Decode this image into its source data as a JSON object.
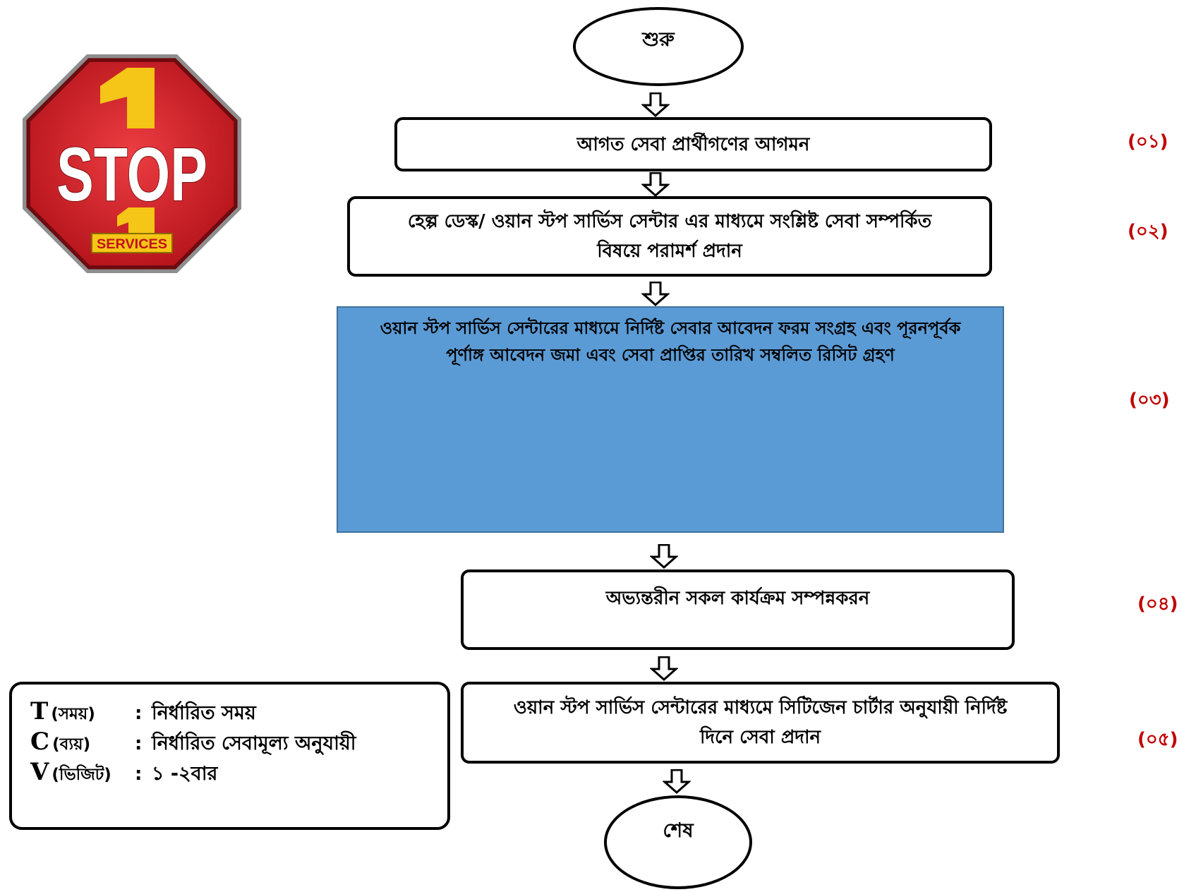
{
  "logo": {
    "top_numeral": "1",
    "main_text": "STOP",
    "bottom_numeral": "1",
    "tagline": "SERVICES"
  },
  "flow": {
    "start": "শুরু",
    "end": "শেষ",
    "steps": [
      {
        "number": "(০১)",
        "lines": [
          "আগত সেবা প্রার্থীগণের আগমন"
        ]
      },
      {
        "number": "(০২)",
        "lines": [
          "হেল্প ডেস্ক/ ওয়ান স্টপ সার্ভিস সেন্টার এর মাধ্যমে সংশ্লিষ্ট সেবা সম্পর্কিত",
          "বিষয়ে পরামর্শ প্রদান"
        ]
      },
      {
        "number": "(০৩)",
        "lines": [
          "ওয়ান স্টপ সার্ভিস সেন্টারের মাধ্যমে নির্দিষ্ট সেবার আবেদন  ফরম সংগ্রহ এবং পূরনপূর্বক",
          "পূর্ণাঙ্গ আবেদন জমা এবং সেবা প্রাপ্তির তারিখ সম্বলিত রিসিট গ্রহণ"
        ]
      },
      {
        "number": "(০৪)",
        "lines": [
          "অভ্যন্তরীন সকল কার্যক্রম সম্পন্নকরন"
        ]
      },
      {
        "number": "(০৫)",
        "lines": [
          "ওয়ান স্টপ সার্ভিস সেন্টারের মাধ্যমে সিটিজেন চার্টার অনুযায়ী নির্দিষ্ট",
          "দিনে সেবা প্রদান"
        ]
      }
    ]
  },
  "legend": {
    "rows": [
      {
        "key": "T",
        "label": "(সময়)",
        "separator": ":",
        "value": "নির্ধারিত সময়"
      },
      {
        "key": "C",
        "label": "(ব্যয়)",
        "separator": ":",
        "value": "নির্ধারিত সেবামূল্য অনুযায়ী"
      },
      {
        "key": "V",
        "label": "(ভিজিট)",
        "separator": ":",
        "value": "১ -২বার"
      }
    ]
  },
  "colors": {
    "step_number": "#c00000",
    "highlight_fill": "#5b9bd5",
    "highlight_border": "#41719c",
    "logo_red": "#d3222a",
    "logo_yellow": "#f5c518"
  }
}
